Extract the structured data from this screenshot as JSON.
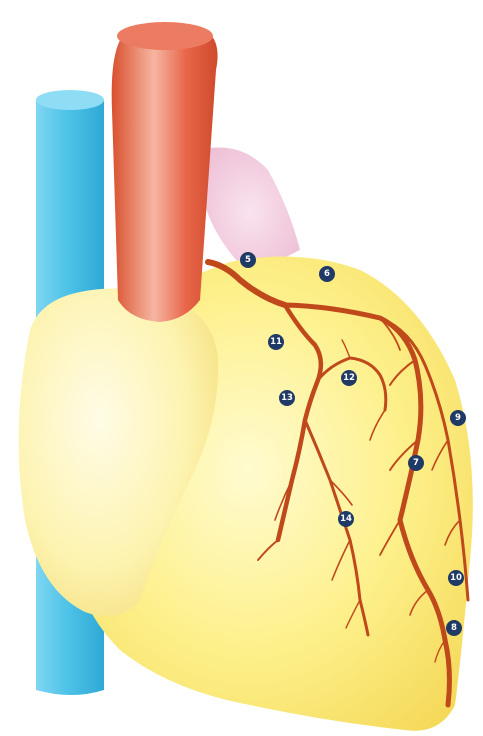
{
  "markers": [
    {
      "id": "m5",
      "label": "5"
    },
    {
      "id": "m6",
      "label": "6"
    },
    {
      "id": "m7",
      "label": "7"
    },
    {
      "id": "m8",
      "label": "8"
    },
    {
      "id": "m9",
      "label": "9"
    },
    {
      "id": "m10",
      "label": "10"
    },
    {
      "id": "m11",
      "label": "11"
    },
    {
      "id": "m12",
      "label": "12"
    },
    {
      "id": "m13",
      "label": "13"
    },
    {
      "id": "m14",
      "label": "14"
    }
  ],
  "colors": {
    "vena_cava": "#4fc3e8",
    "aorta": "#e8664a",
    "heart": "#fdf08a",
    "atrium": "#fde7a0",
    "pulmonary": "#f3b7d4",
    "artery": "#c0491c",
    "marker": "#1f3a66"
  }
}
